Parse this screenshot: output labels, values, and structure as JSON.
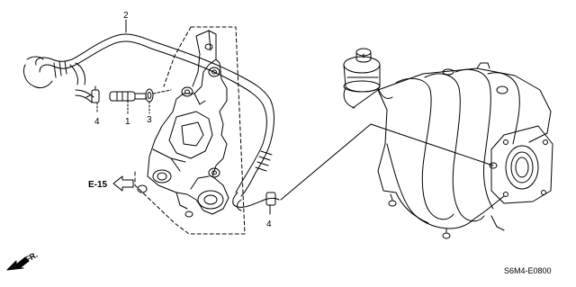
{
  "callouts": {
    "part_1": "1",
    "part_2": "2",
    "part_3": "3",
    "part_4_left": "4",
    "part_4_right": "4"
  },
  "reference": {
    "label": "E-15"
  },
  "direction": {
    "label": "FR."
  },
  "diagram_code": "S6M4-E0800"
}
